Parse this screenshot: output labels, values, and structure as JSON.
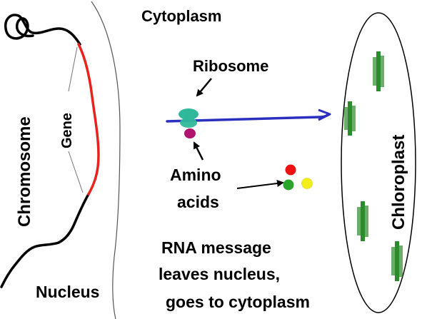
{
  "labels": {
    "cytoplasm": "Cytoplasm",
    "ribosome": "Ribosome",
    "chromosome": "Chromosome",
    "gene": "Gene",
    "amino_line1": "Amino",
    "amino_line2": "acids",
    "chloroplast": "Chloroplast",
    "nucleus": "Nucleus",
    "rna_line1": "RNA message",
    "rna_line2": "leaves nucleus,",
    "rna_line3": "goes to cytoplasm"
  },
  "colors": {
    "chromosome": "#000000",
    "gene": "#e8231c",
    "rna": "#2b2fbf",
    "ribosome": "#2fb89a",
    "bound_amino_acid": "#b0126e",
    "amino_red": "#ee1111",
    "amino_green": "#2aa52a",
    "amino_yellow": "#f2ee1a",
    "thylakoid": "#2b8c2b"
  }
}
